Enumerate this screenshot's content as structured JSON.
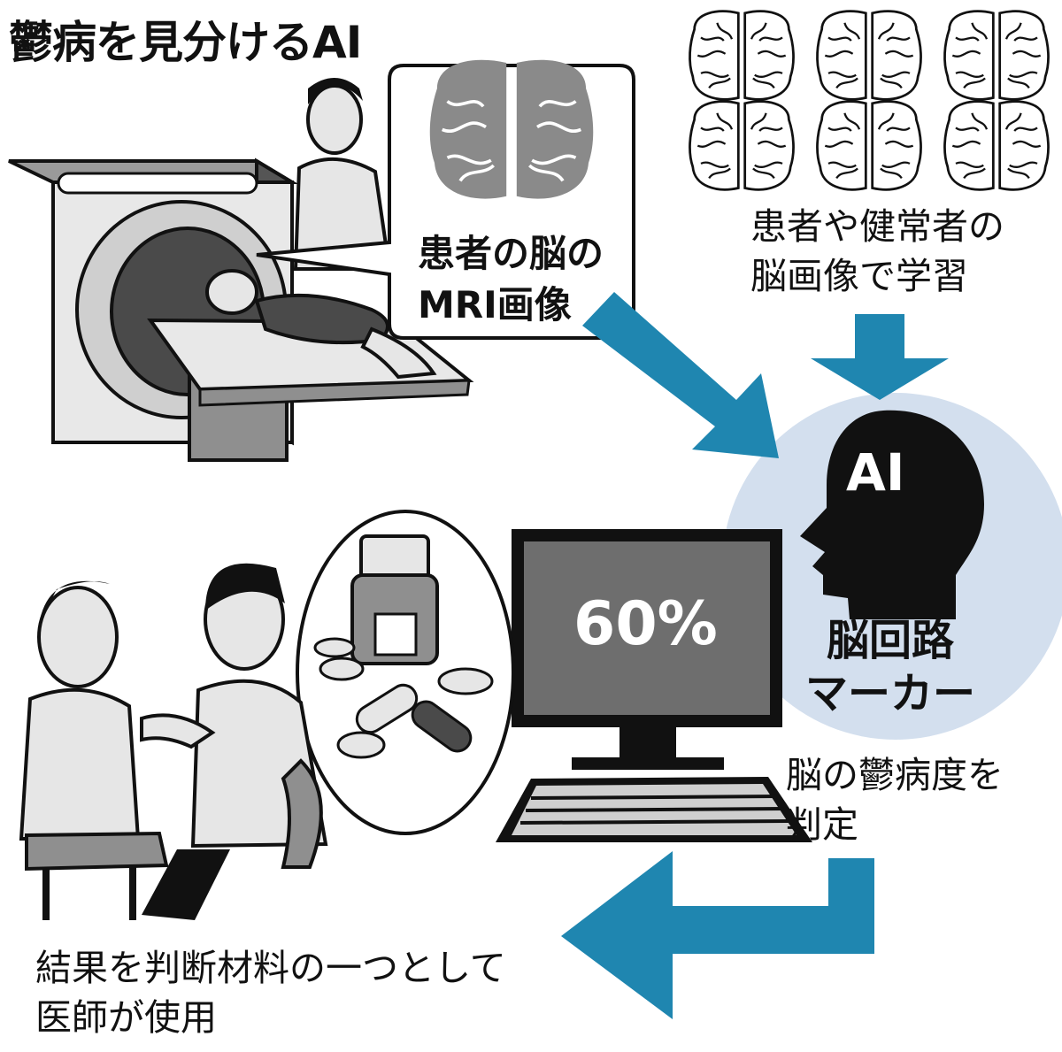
{
  "title": "鬱病を見分けるAI",
  "mri_bubble": {
    "line1": "患者の脳の",
    "line2": "MRI画像"
  },
  "training": {
    "line1": "患者や健常者の",
    "line2": "脳画像で学習"
  },
  "ai": {
    "label": "AI",
    "marker_line1": "脳回路",
    "marker_line2": "マーカー"
  },
  "monitor": {
    "value": "60%"
  },
  "judgment": {
    "line1": "脳の鬱病度を",
    "line2": "判定"
  },
  "usage": {
    "line1": "結果を判断材料の一つとして",
    "line2": "医師が使用"
  },
  "colors": {
    "arrow": "#1f86b0",
    "ai_circle": "#d3dfee",
    "dark": "#121212",
    "mid_gray": "#8a8a8a",
    "light_gray": "#e6e6e6"
  }
}
